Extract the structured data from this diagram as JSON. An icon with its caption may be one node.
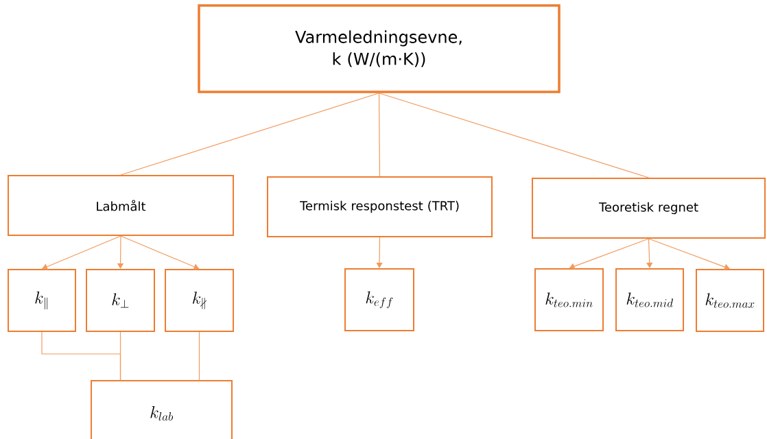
{
  "diagram": {
    "nodes": [
      {
        "text": [
          "Varmeledningsevne, k (W/(m·K))"
        ]
      },
      {
        "text": [
          "Labmålt"
        ]
      },
      {
        "text": [
          "Termisk responstest (TRT)"
        ]
      },
      {
        "text": [
          "Teoretisk regnet"
        ]
      },
      {
        "text": [
          "k_{\\parallel}"
        ]
      },
      {
        "text": [
          "k_{\\perp}"
        ]
      },
      {
        "text": [
          "k_{\\nparallel}"
        ]
      },
      {
        "text": [
          "k_{eff}"
        ]
      },
      {
        "text": [
          "k_{teo.min}"
        ]
      },
      {
        "text": [
          "k_{teo.mid}"
        ]
      },
      {
        "text": [
          "k_{teo.max}"
        ]
      },
      {
        "text": [
          "k_{lab}"
        ]
      }
    ],
    "edges": [
      {
        "from": 0,
        "to": 1,
        "arrow": "none"
      },
      {
        "from": 0,
        "to": 2,
        "arrow": "none"
      },
      {
        "from": 0,
        "to": 3,
        "arrow": "none"
      },
      {
        "from": 1,
        "to": 4,
        "arrow": "to"
      },
      {
        "from": 1,
        "to": 5,
        "arrow": "to"
      },
      {
        "from": 1,
        "to": 6,
        "arrow": "to"
      },
      {
        "from": 2,
        "to": 7,
        "arrow": "to"
      },
      {
        "from": 3,
        "to": 8,
        "arrow": "to"
      },
      {
        "from": 3,
        "to": 9,
        "arrow": "to"
      },
      {
        "from": 3,
        "to": 10,
        "arrow": "to"
      },
      {
        "from": 4,
        "to": 11,
        "arrow": "none"
      },
      {
        "from": 5,
        "to": 11,
        "arrow": "none"
      },
      {
        "from": 6,
        "to": 11,
        "arrow": "none"
      }
    ]
  }
}
